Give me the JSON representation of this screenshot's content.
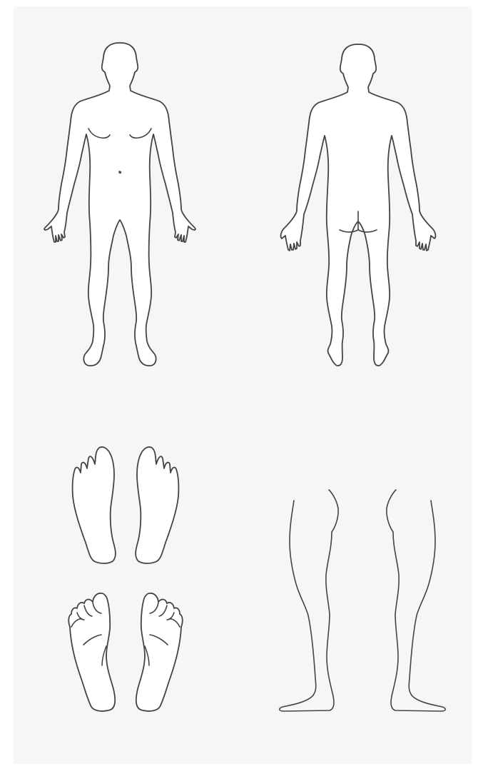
{
  "colors": {
    "page_background": "#ffffff",
    "panel_background": "#f6f6f6",
    "figure_fill": "#ffffff",
    "outline": "#444444"
  },
  "figures": [
    {
      "name": "body-front",
      "view": "front"
    },
    {
      "name": "body-back",
      "view": "back"
    },
    {
      "name": "feet-top",
      "view": "dorsal"
    },
    {
      "name": "feet-soles",
      "view": "plantar"
    },
    {
      "name": "legs-side",
      "view": "lateral"
    }
  ]
}
